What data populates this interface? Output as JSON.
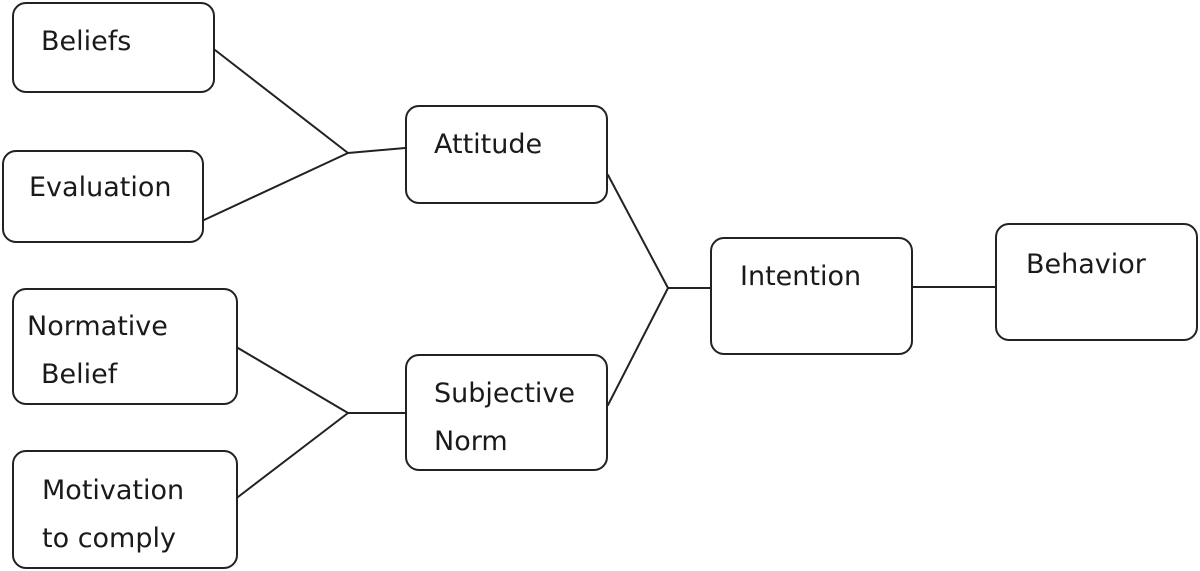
{
  "diagram": {
    "nodes": {
      "beliefs": {
        "lines": [
          "Beliefs"
        ]
      },
      "evaluation": {
        "lines": [
          "Evaluation"
        ]
      },
      "normative_belief": {
        "lines": [
          "Normative",
          "Belief"
        ]
      },
      "motivation_to_comply": {
        "lines": [
          "Motivation",
          "to comply"
        ]
      },
      "attitude": {
        "lines": [
          "Attitude"
        ]
      },
      "subjective_norm": {
        "lines": [
          "Subjective",
          "Norm"
        ]
      },
      "intention": {
        "lines": [
          "Intention"
        ]
      },
      "behavior": {
        "lines": [
          "Behavior"
        ]
      }
    },
    "edges": [
      {
        "from": "beliefs",
        "to": "attitude"
      },
      {
        "from": "evaluation",
        "to": "attitude"
      },
      {
        "from": "normative_belief",
        "to": "subjective_norm"
      },
      {
        "from": "motivation_to_comply",
        "to": "subjective_norm"
      },
      {
        "from": "attitude",
        "to": "intention"
      },
      {
        "from": "subjective_norm",
        "to": "intention"
      },
      {
        "from": "intention",
        "to": "behavior"
      }
    ]
  }
}
